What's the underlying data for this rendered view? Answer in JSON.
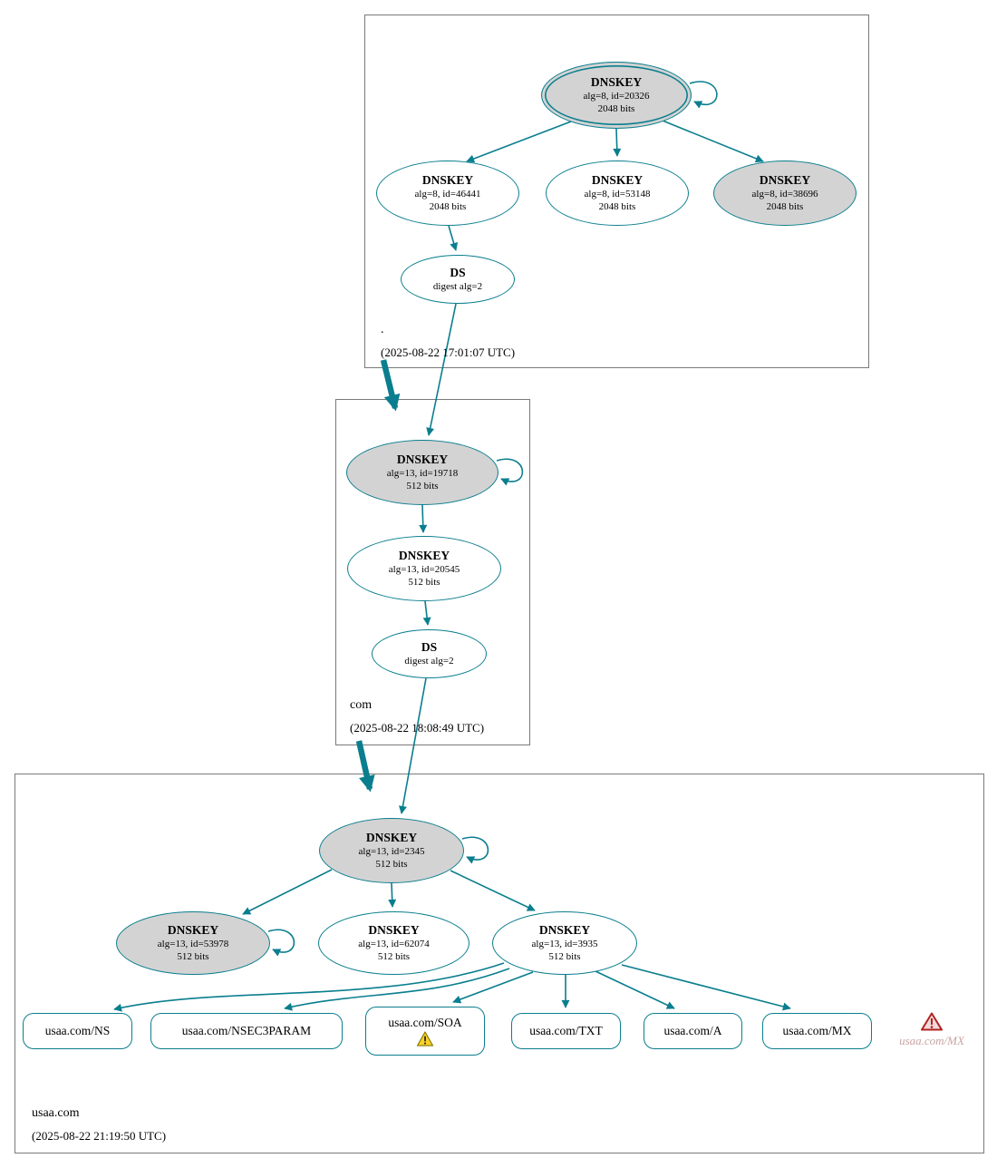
{
  "colors": {
    "edge_teal": "#0a7e8e",
    "ksk_fill_gray": "#d3d3d3",
    "warning_yellow": "#f8d12a",
    "error_red": "#b22222",
    "missing_text": "#c9a3a3"
  },
  "zones": {
    "root": {
      "name": ".",
      "timestamp": "(2025-08-22 17:01:07 UTC)",
      "nodes": {
        "ksk": {
          "type": "DNSKEY",
          "detail": "alg=8, id=20326",
          "bits": "2048 bits"
        },
        "zsk1": {
          "type": "DNSKEY",
          "detail": "alg=8, id=46441",
          "bits": "2048 bits"
        },
        "zsk2": {
          "type": "DNSKEY",
          "detail": "alg=8, id=53148",
          "bits": "2048 bits"
        },
        "ksk2": {
          "type": "DNSKEY",
          "detail": "alg=8, id=38696",
          "bits": "2048 bits"
        },
        "ds": {
          "type": "DS",
          "detail": "digest alg=2"
        }
      }
    },
    "com": {
      "name": "com",
      "timestamp": "(2025-08-22 18:08:49 UTC)",
      "nodes": {
        "ksk": {
          "type": "DNSKEY",
          "detail": "alg=13, id=19718",
          "bits": "512 bits"
        },
        "zsk": {
          "type": "DNSKEY",
          "detail": "alg=13, id=20545",
          "bits": "512 bits"
        },
        "ds": {
          "type": "DS",
          "detail": "digest alg=2"
        }
      }
    },
    "usaa": {
      "name": "usaa.com",
      "timestamp": "(2025-08-22 21:19:50 UTC)",
      "nodes": {
        "ksk": {
          "type": "DNSKEY",
          "detail": "alg=13, id=2345",
          "bits": "512 bits"
        },
        "key53978": {
          "type": "DNSKEY",
          "detail": "alg=13, id=53978",
          "bits": "512 bits"
        },
        "key62074": {
          "type": "DNSKEY",
          "detail": "alg=13, id=62074",
          "bits": "512 bits"
        },
        "key3935": {
          "type": "DNSKEY",
          "detail": "alg=13, id=3935",
          "bits": "512 bits"
        }
      },
      "rrsets": [
        {
          "label": "usaa.com/NS"
        },
        {
          "label": "usaa.com/NSEC3PARAM"
        },
        {
          "label": "usaa.com/SOA"
        },
        {
          "label": "usaa.com/TXT"
        },
        {
          "label": "usaa.com/A"
        },
        {
          "label": "usaa.com/MX"
        }
      ],
      "missing_rrset": {
        "label": "usaa.com/MX"
      }
    }
  }
}
